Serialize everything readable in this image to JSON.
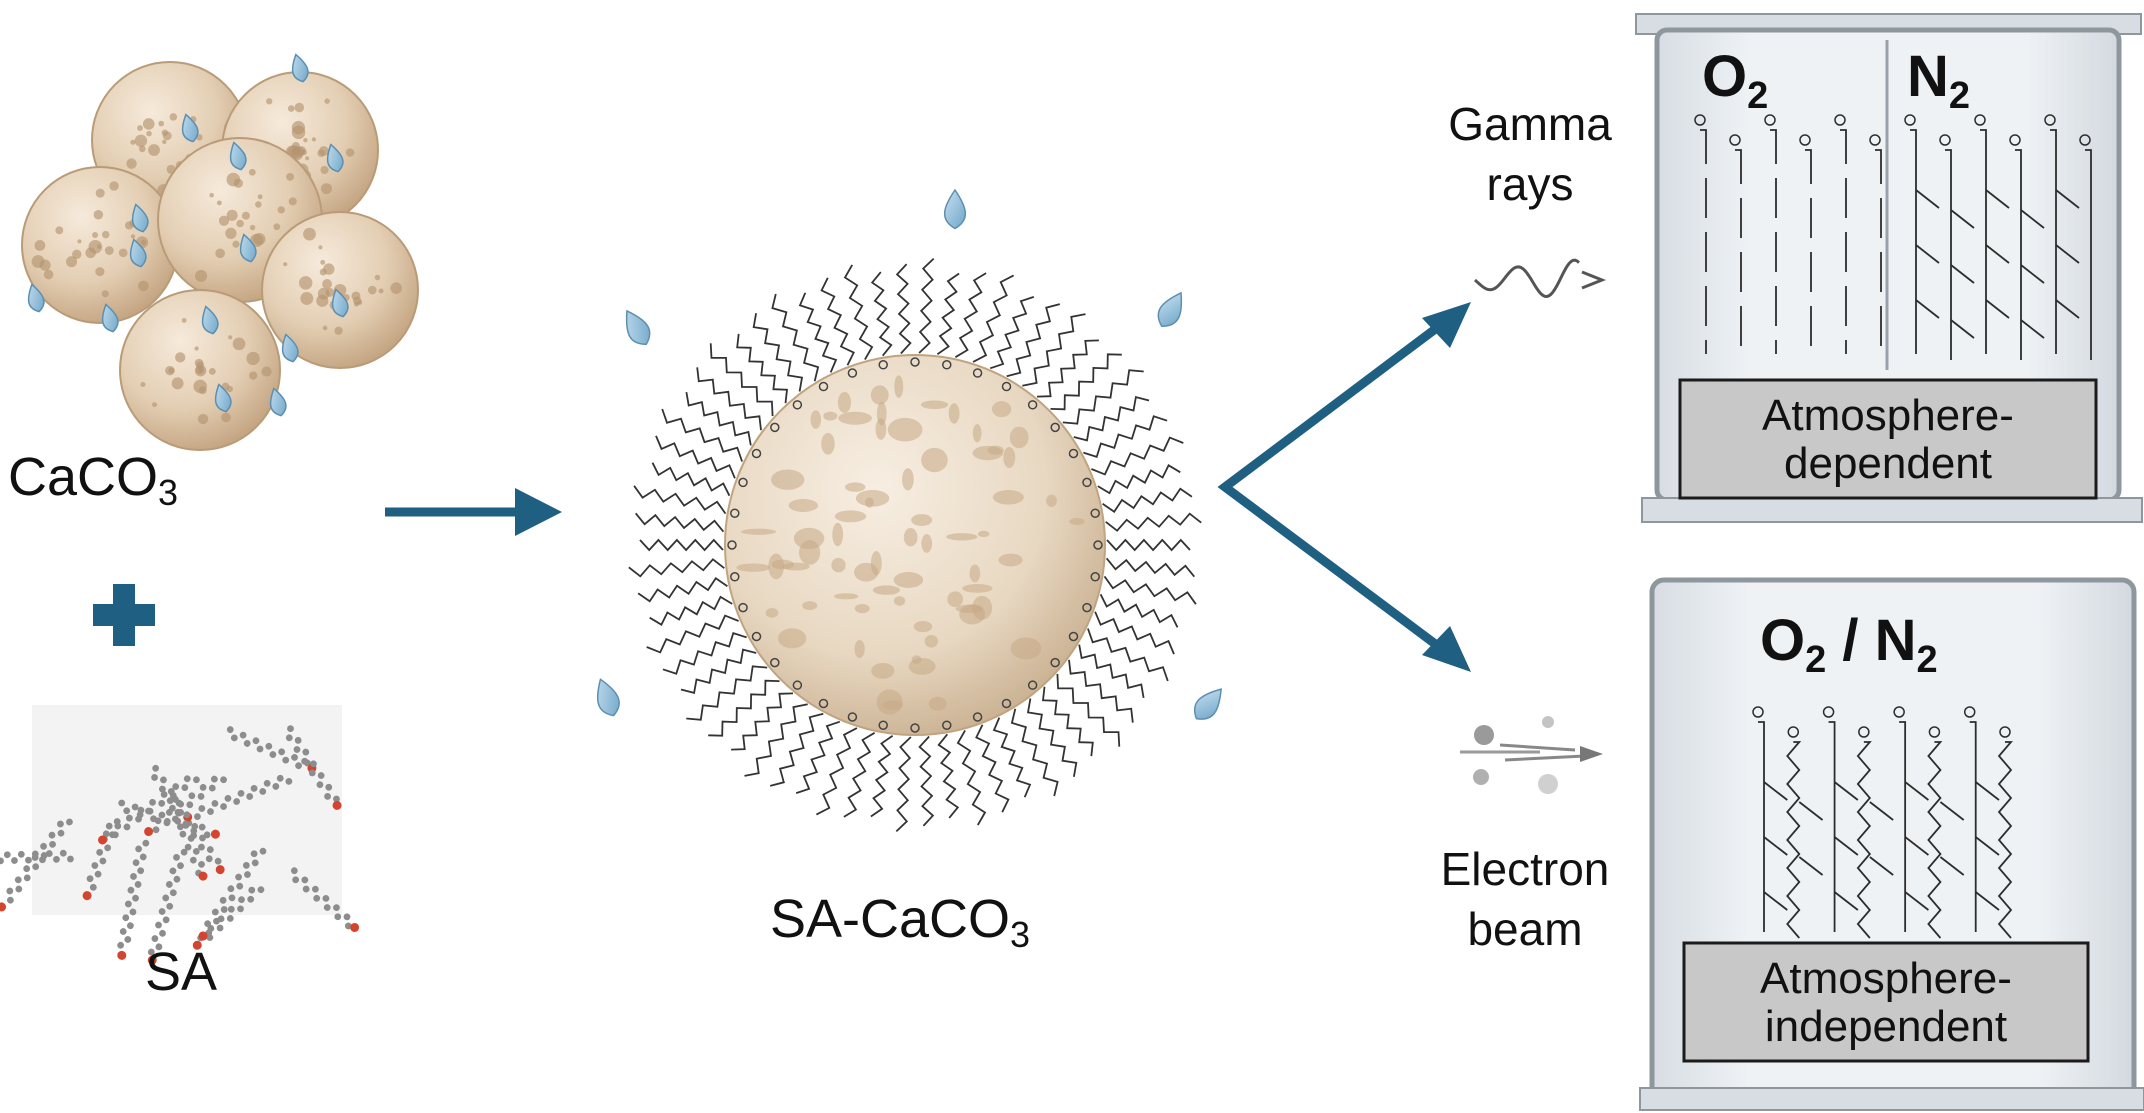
{
  "left": {
    "caco3": {
      "main": "CaCO",
      "sub": "3"
    },
    "sa": "SA"
  },
  "center": {
    "label": {
      "main": "SA-CaCO",
      "sub": "3"
    }
  },
  "right": {
    "gamma": {
      "line1": "Gamma",
      "line2": "rays"
    },
    "electron": {
      "line1": "Electron",
      "line2": "beam"
    },
    "top_box": {
      "gas_a": {
        "main": "O",
        "sub": "2"
      },
      "gas_b": {
        "main": "N",
        "sub": "2"
      },
      "label_line1": "Atmosphere-",
      "label_line2": "dependent"
    },
    "bottom_box": {
      "gas_a": {
        "main": "O",
        "sub": "2"
      },
      "separator": " / ",
      "gas_b": {
        "main": "N",
        "sub": "2"
      },
      "label_line1": "Atmosphere-",
      "label_line2": "independent"
    }
  },
  "colors": {
    "arrow": "#1f5f82",
    "particle": "#e6d4bb",
    "particle_shade": "#c9ad8a",
    "droplet": "#8fbcd8",
    "panel": "#e2e8ee",
    "panel_frame": "#8f979e",
    "label_box": "#c8c8c8"
  },
  "icons": [
    "water-droplet-icon",
    "gamma-wave-icon",
    "electron-beam-icon",
    "plus-icon"
  ]
}
